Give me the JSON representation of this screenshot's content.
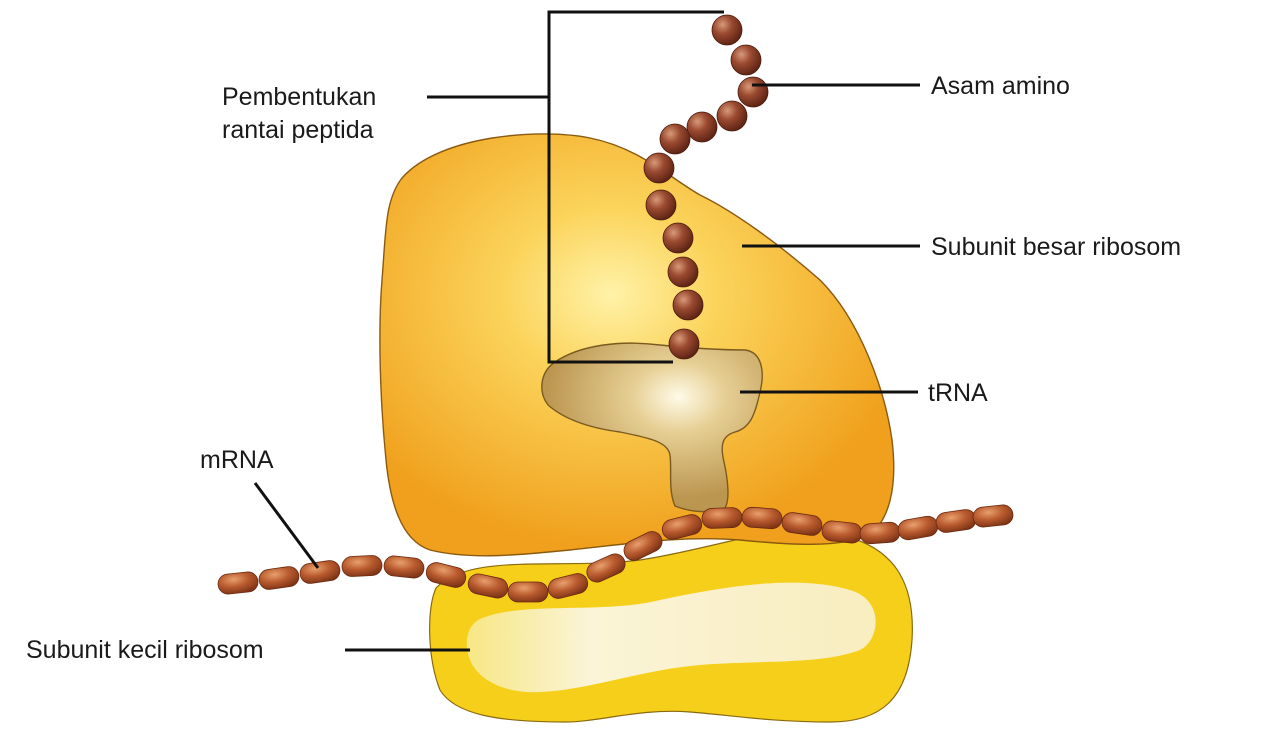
{
  "labels": {
    "peptide_line1": "Pembentukan",
    "peptide_line2": "rantai peptida",
    "amino_acid": "Asam amino",
    "large_subunit": "Subunit besar ribosom",
    "trna": "tRNA",
    "mrna": "mRNA",
    "small_subunit": "Subunit kecil ribosom"
  },
  "colors": {
    "large_subunit": "#f2a41c",
    "large_subunit_highlight": "#fde27a",
    "small_subunit": "#f6cf1b",
    "small_subunit_highlight": "#fbf5dc",
    "trna": "#c9a867",
    "bead": "#8b3a26",
    "mrna_segment": "#b4572c"
  }
}
